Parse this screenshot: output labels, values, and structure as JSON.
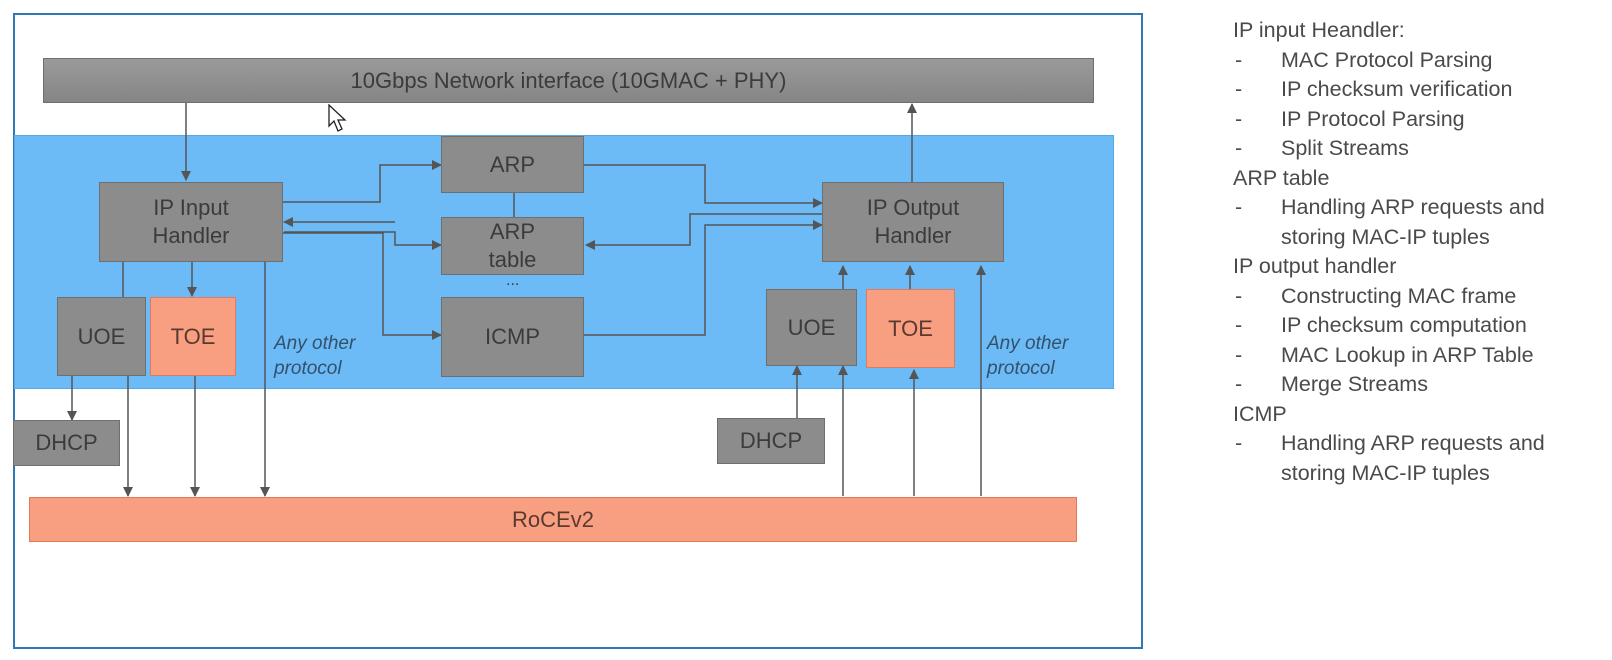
{
  "diagram": {
    "network_interface": "10Gbps Network interface (10GMAC + PHY)",
    "ip_input_handler": "IP Input\nHandler",
    "ip_output_handler": "IP Output\nHandler",
    "arp": "ARP",
    "arp_table": "ARP\ntable",
    "ellipsis": "...",
    "icmp": "ICMP",
    "uoe_left": "UOE",
    "toe_left": "TOE",
    "uoe_right": "UOE",
    "toe_right": "TOE",
    "any_other_left": "Any other\nprotocol",
    "any_other_right": "Any other\nprotocol",
    "dhcp_left": "DHCP",
    "dhcp_right": "DHCP",
    "rocev2": "RoCEv2"
  },
  "notes": [
    {
      "heading": "IP input Heandler:",
      "items": [
        "MAC Protocol Parsing",
        "IP checksum verification",
        "IP Protocol Parsing",
        "Split Streams"
      ]
    },
    {
      "heading": "ARP table",
      "items": [
        "Handling ARP requests and storing MAC-IP tuples"
      ]
    },
    {
      "heading": "IP output handler",
      "items": [
        "Constructing MAC frame",
        "IP checksum computation",
        "MAC Lookup in ARP Table",
        "Merge Streams"
      ]
    },
    {
      "heading": "ICMP",
      "items": [
        "Handling ARP requests and storing MAC-IP tuples"
      ]
    }
  ],
  "bullet": "-",
  "colors": {
    "band": "#6cbaf6",
    "gray_box": "#8c8c8c",
    "orange_box": "#f89f82",
    "frame": "#2f78b4"
  }
}
